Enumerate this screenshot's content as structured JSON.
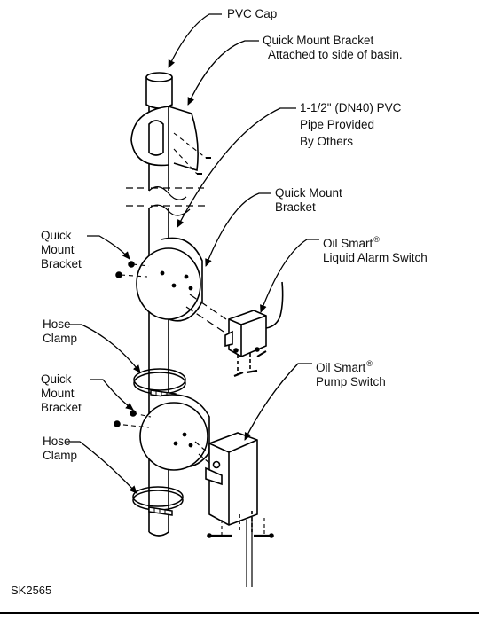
{
  "labels": {
    "pvc_cap": "PVC Cap",
    "quick_mount_top": [
      "Quick Mount Bracket",
      "Attached to side of basin."
    ],
    "pipe": [
      "1-1/2\" (DN40) PVC",
      "Pipe Provided",
      "By Others"
    ],
    "quick_mount_right": [
      "Quick Mount",
      "Bracket"
    ],
    "quick_mount_left_upper": [
      "Quick",
      "Mount",
      "Bracket"
    ],
    "alarm_switch": [
      "Oil Smart",
      "Liquid Alarm Switch"
    ],
    "hose_clamp_upper": [
      "Hose",
      "Clamp"
    ],
    "quick_mount_left_lower": [
      "Quick",
      "Mount",
      "Bracket"
    ],
    "pump_switch": [
      "Oil Smart",
      "Pump Switch"
    ],
    "hose_clamp_lower": [
      "Hose",
      "Clamp"
    ],
    "registered_mark": "®",
    "drawing_number": "SK2565"
  }
}
